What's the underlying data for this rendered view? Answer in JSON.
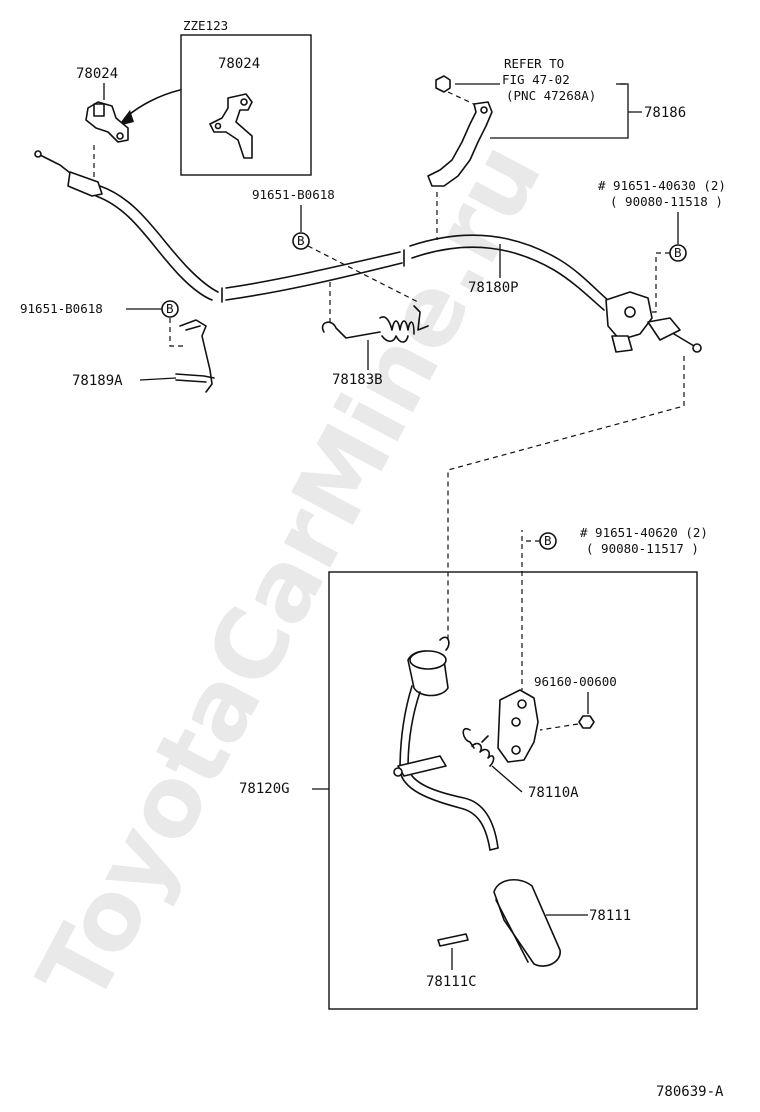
{
  "watermark": "ToyotaCarMine.ru",
  "figure_id": "780639-A",
  "inset": {
    "model": "ZZE123",
    "part": "78024"
  },
  "labels": {
    "p78024": "78024",
    "refer_to_line1": "REFER TO",
    "refer_to_line2": "FIG 47-02",
    "refer_to_line3": "(PNC 47268A)",
    "p78186": "78186",
    "bolt_top_line1": "# 91651-40630 (2)",
    "bolt_top_line2": "( 90080-11518 )",
    "p91651_b0618_a": "91651-B0618",
    "p91651_b0618_b": "91651-B0618",
    "p78180p": "78180P",
    "p78189a": "78189A",
    "p78183b": "78183B",
    "bolt_mid_line1": "# 91651-40620 (2)",
    "bolt_mid_line2": "( 90080-11517 )",
    "p96160": "96160-00600",
    "p78120g": "78120G",
    "p78110a": "78110A",
    "p78111": "78111",
    "p78111c": "78111C",
    "bolt_badge": "B"
  }
}
